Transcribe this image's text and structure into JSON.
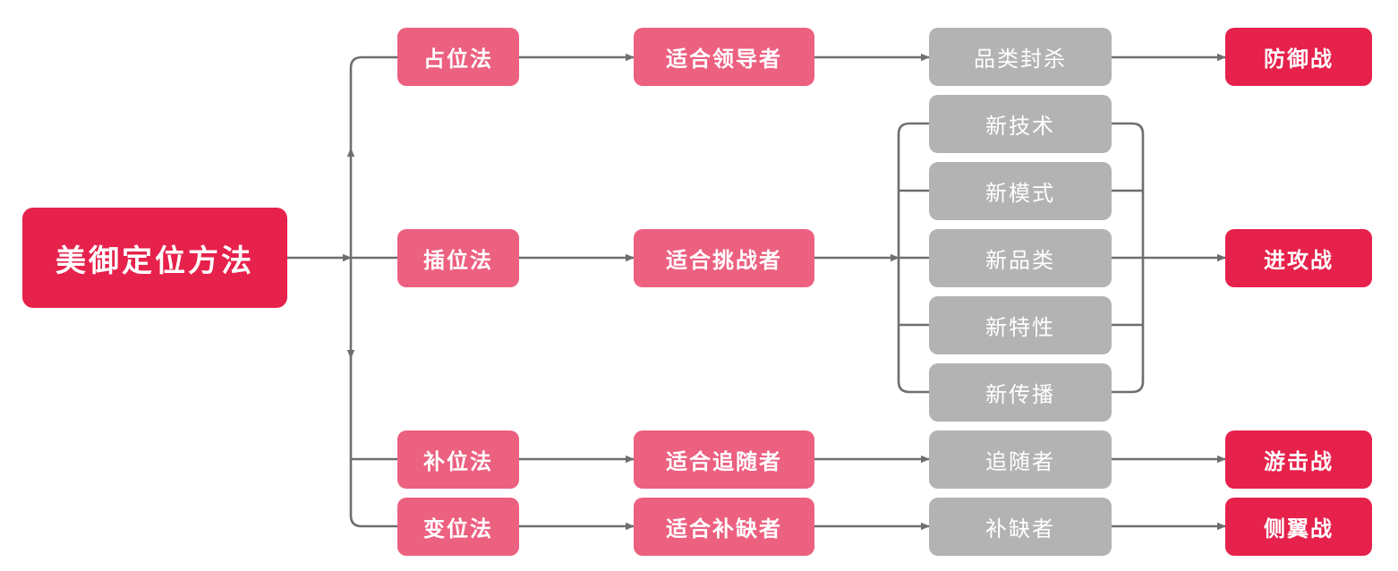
{
  "diagram": {
    "title_node": {
      "label": "美御定位方法",
      "color": "#E6214B"
    },
    "colors": {
      "root": "#E6214B",
      "method": "#EC6080",
      "target": "#EC6080",
      "tactic": "#B3B3B3",
      "war": "#E6214B",
      "line": "#6E6E6E",
      "background": "#FFFFFF"
    },
    "columns": [
      {
        "name": "methods",
        "nodes": [
          "占位法",
          "插位法",
          "补位法",
          "变位法"
        ]
      },
      {
        "name": "suited-for",
        "nodes": [
          "适合领导者",
          "适合挑战者",
          "适合追随者",
          "适合补缺者"
        ]
      },
      {
        "name": "tactics",
        "nodes": [
          "品类封杀",
          "新技术",
          "新模式",
          "新品类",
          "新特性",
          "新传播",
          "追随者",
          "补缺者"
        ]
      },
      {
        "name": "wars",
        "nodes": [
          "防御战",
          "进攻战",
          "游击战",
          "侧翼战"
        ]
      }
    ],
    "rows": [
      {
        "id": "row-leader",
        "method": "占位法",
        "suited": "适合领导者",
        "tactics": [
          "品类封杀"
        ],
        "war": "防御战"
      },
      {
        "id": "row-challenger",
        "method": "插位法",
        "suited": "适合挑战者",
        "tactics": [
          "新技术",
          "新模式",
          "新品类",
          "新特性",
          "新传播"
        ],
        "war": "进攻战"
      },
      {
        "id": "row-follower",
        "method": "补位法",
        "suited": "适合追随者",
        "tactics": [
          "追随者"
        ],
        "war": "游击战"
      },
      {
        "id": "row-nicher",
        "method": "变位法",
        "suited": "适合补缺者",
        "tactics": [
          "补缺者"
        ],
        "war": "侧翼战"
      }
    ],
    "nodes": {
      "root": "美御定位方法",
      "m1": "占位法",
      "m2": "插位法",
      "m3": "补位法",
      "m4": "变位法",
      "s1": "适合领导者",
      "s2": "适合挑战者",
      "s3": "适合追随者",
      "s4": "适合补缺者",
      "t1": "品类封杀",
      "t2a": "新技术",
      "t2b": "新模式",
      "t2c": "新品类",
      "t2d": "新特性",
      "t2e": "新传播",
      "t3": "追随者",
      "t4": "补缺者",
      "w1": "防御战",
      "w2": "进攻战",
      "w3": "游击战",
      "w4": "侧翼战"
    }
  }
}
